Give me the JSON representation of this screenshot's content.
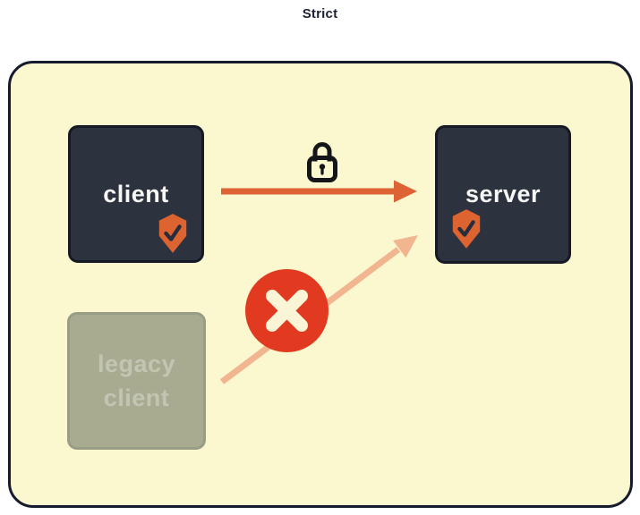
{
  "title": "Strict",
  "nodes": {
    "client": {
      "label": "client"
    },
    "server": {
      "label": "server"
    },
    "legacy": {
      "label_line1": "legacy",
      "label_line2": "client"
    }
  },
  "connections": [
    {
      "from": "client",
      "to": "server",
      "style": "solid",
      "status": "allowed-mtls",
      "icon": "lock-icon"
    },
    {
      "from": "legacy client",
      "to": "server",
      "style": "faded",
      "status": "denied",
      "icon": "x-deny-icon"
    }
  ],
  "icons": {
    "lock": "lock-icon",
    "shield_client": "shield-check-icon",
    "shield_server": "shield-check-icon",
    "deny": "x-deny-icon"
  },
  "colors": {
    "title_text": "#1b2032",
    "panel_fill": "#fbf8d0",
    "panel_border": "#161c2e",
    "node_fill": "#2c323e",
    "node_border": "#151a25",
    "node_text": "#f7f7f5",
    "legacy_fill": "#a9ab90",
    "legacy_border": "#9a9d86",
    "legacy_text": "#c3c5b3",
    "arrow_solid": "#dd6234",
    "arrow_faded": "#f1b68f",
    "deny_fill": "#e23a20",
    "deny_x": "#fbf5d8",
    "shield_fill": "#dd6330",
    "shield_check": "#272d3a",
    "lock_stroke": "#15161a"
  }
}
